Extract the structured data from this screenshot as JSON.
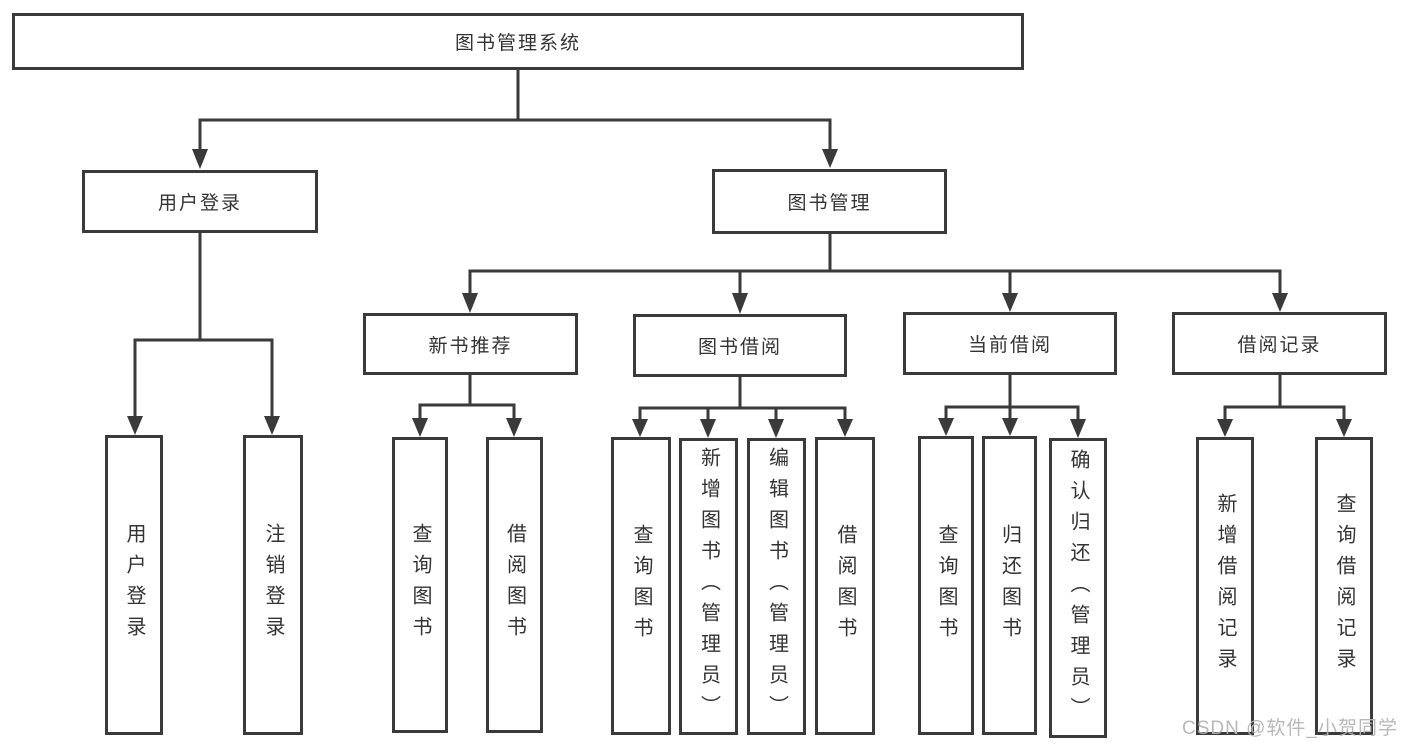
{
  "diagram_type": "hierarchy",
  "tree": {
    "label": "图书管理系统",
    "children": [
      {
        "label": "用户登录",
        "children": [
          {
            "label": "用户登录"
          },
          {
            "label": "注销登录"
          }
        ]
      },
      {
        "label": "图书管理",
        "children": [
          {
            "label": "新书推荐",
            "children": [
              {
                "label": "查询图书"
              },
              {
                "label": "借阅图书"
              }
            ]
          },
          {
            "label": "图书借阅",
            "children": [
              {
                "label": "查询图书"
              },
              {
                "label": "新增图书（管理员）"
              },
              {
                "label": "编辑图书（管理员）"
              },
              {
                "label": "借阅图书"
              }
            ]
          },
          {
            "label": "当前借阅",
            "children": [
              {
                "label": "查询图书"
              },
              {
                "label": "归还图书"
              },
              {
                "label": "确认归还（管理员）"
              }
            ]
          },
          {
            "label": "借阅记录",
            "children": [
              {
                "label": "新增借阅记录"
              },
              {
                "label": "查询借阅记录"
              }
            ]
          }
        ]
      }
    ]
  },
  "watermark": {
    "text": "CSDN @软件_小贺同学"
  },
  "colors": {
    "line": "#3a3a3a",
    "box_background": "#ffffff",
    "text": "#333333",
    "watermark": "#b5b5b5"
  }
}
